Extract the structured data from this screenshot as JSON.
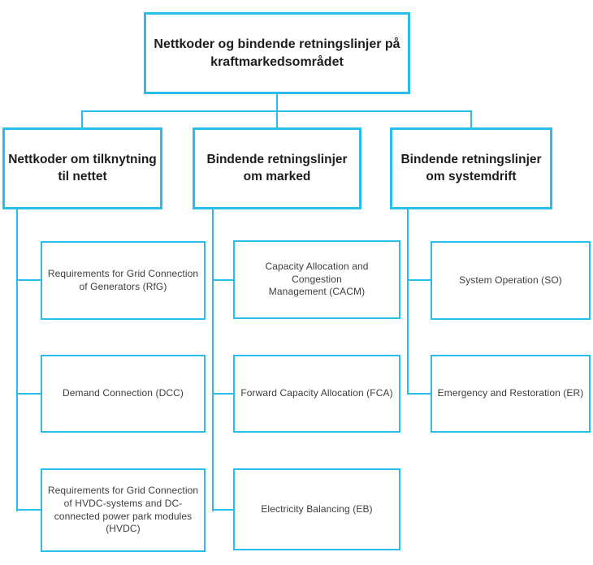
{
  "diagram": {
    "title": "Nettkoder og bindende retningslinjer på kraftmarkedsområdet",
    "colors": {
      "line": "#28beeb",
      "heading_text": "#1d1d1b",
      "leaf_text": "#3d3d3c",
      "background": "#ffffff"
    },
    "root": {
      "label": "Nettkoder og bindende retningslinjer på\nkraftmarkedsområdet"
    },
    "branches": [
      {
        "label": "Nettkoder om tilknytning\ntil nettet",
        "children": [
          "Requirements for Grid Connection\nof Generators (RfG)",
          "Demand Connection (DCC)",
          "Requirements for Grid Connection\nof HVDC-systems and DC-\nconnected power park modules\n(HVDC)"
        ]
      },
      {
        "label": "Bindende retningslinjer\nom marked",
        "children": [
          "Capacity Allocation and Congestion\nManagement (CACM)",
          "Forward Capacity Allocation (FCA)",
          "Electricity Balancing (EB)"
        ]
      },
      {
        "label": "Bindende retningslinjer\nom systemdrift",
        "children": [
          "System Operation (SO)",
          "Emergency and Restoration (ER)"
        ]
      }
    ]
  }
}
